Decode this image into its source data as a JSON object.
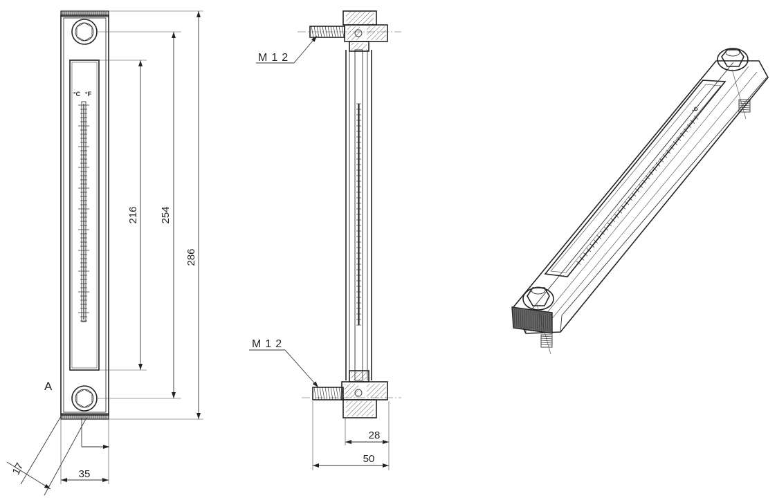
{
  "front_view": {
    "dim_sight_length": "216",
    "dim_bolt_centers": "254",
    "dim_overall_length": "286",
    "dim_width": "35",
    "dim_small": "17",
    "section_label": "A",
    "scale_unit_c": "°C",
    "scale_unit_f": "°F"
  },
  "side_view": {
    "thread_top": "M12",
    "thread_bottom": "M12",
    "dim_inner": "28",
    "dim_outer": "50"
  },
  "iso_view": {
    "unit_label": "°C"
  }
}
